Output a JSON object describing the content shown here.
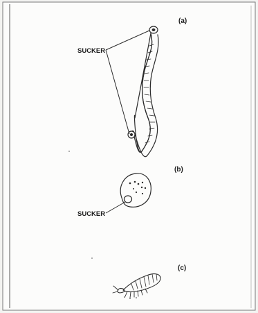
{
  "figure": {
    "panels": [
      {
        "id": "a",
        "label": "(a)",
        "subject": "leech (elongated, two suckers)"
      },
      {
        "id": "b",
        "label": "(b)",
        "subject": "leech (contracted, one sucker)"
      },
      {
        "id": "c",
        "label": "(c)",
        "subject": "larva"
      }
    ],
    "callouts": {
      "sucker_a": "SUCKER",
      "sucker_b": "SUCKER"
    }
  }
}
